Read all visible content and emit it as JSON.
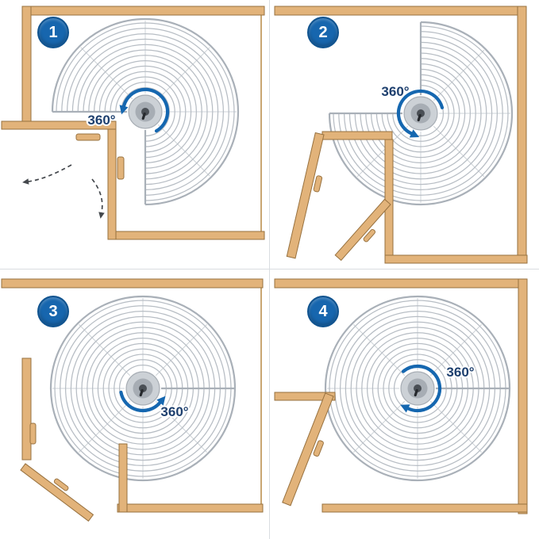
{
  "panels": [
    {
      "number": "1",
      "rotation_label": "360°"
    },
    {
      "number": "2",
      "rotation_label": "360°"
    },
    {
      "number": "3",
      "rotation_label": "360°"
    },
    {
      "number": "4",
      "rotation_label": "360°"
    }
  ],
  "icons": {
    "rotation_arrow": "circular-rotation-arrow",
    "door_swing": "dashed-door-swing-arrow"
  },
  "colors": {
    "background": "#ffffff",
    "divider": "#d9dde1",
    "badge_blue": "#1766ae",
    "badge_border": "#10538f",
    "arrow_blue": "#1567b0",
    "label_navy": "#1d3f6e",
    "wood": "#e2b37a",
    "wood_outline": "#97713f",
    "wood_line": "#c9a672",
    "wire": "#b7bdc4",
    "wire_rim": "#a9b0b8",
    "wire_spoke": "#ced3d8",
    "hub_outer": "#ccd1d6",
    "hub_mid": "#a7adb4",
    "hub_center": "#4a4f55",
    "hub_slot": "#26292d",
    "dashed_arrow": "#44484d"
  }
}
